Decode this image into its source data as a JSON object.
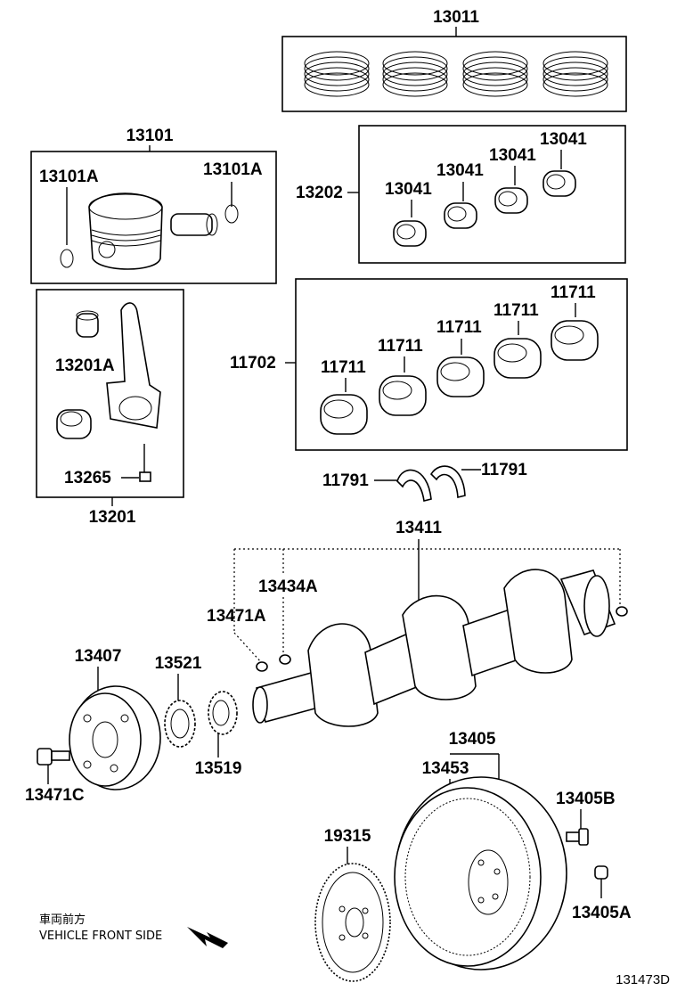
{
  "labels": {
    "rings_set": "13011",
    "piston_assy": "13101",
    "piston_pin_left": "13101A",
    "piston_pin_right": "13101A",
    "rod_bearing_group": "13202",
    "rod_bearing_1": "13041",
    "rod_bearing_2": "13041",
    "rod_bearing_3": "13041",
    "rod_bearing_4": "13041",
    "conrod_assy": "13201",
    "conrod_bush": "13201A",
    "conrod_bolt": "13265",
    "main_bearing_group": "11702",
    "main_bearing_1": "11711",
    "main_bearing_2": "11711",
    "main_bearing_3": "11711",
    "main_bearing_4": "11711",
    "main_bearing_5": "11711",
    "thrust_washer_left": "11791",
    "thrust_washer_right": "11791",
    "crankshaft": "13411",
    "crank_key": "13434A",
    "crank_pin": "13471A",
    "pulley": "13407",
    "timing_gear": "13521",
    "gear_washer": "13519",
    "pulley_bolt": "13471C",
    "flywheel_assy": "13405",
    "ring_gear": "13453",
    "flywheel_bolt": "13405B",
    "flywheel_pin": "13405A",
    "drive_plate": "19315"
  },
  "direction": {
    "japanese": "車両前方",
    "english": "VEHICLE FRONT SIDE"
  },
  "figure_code": "131473D"
}
